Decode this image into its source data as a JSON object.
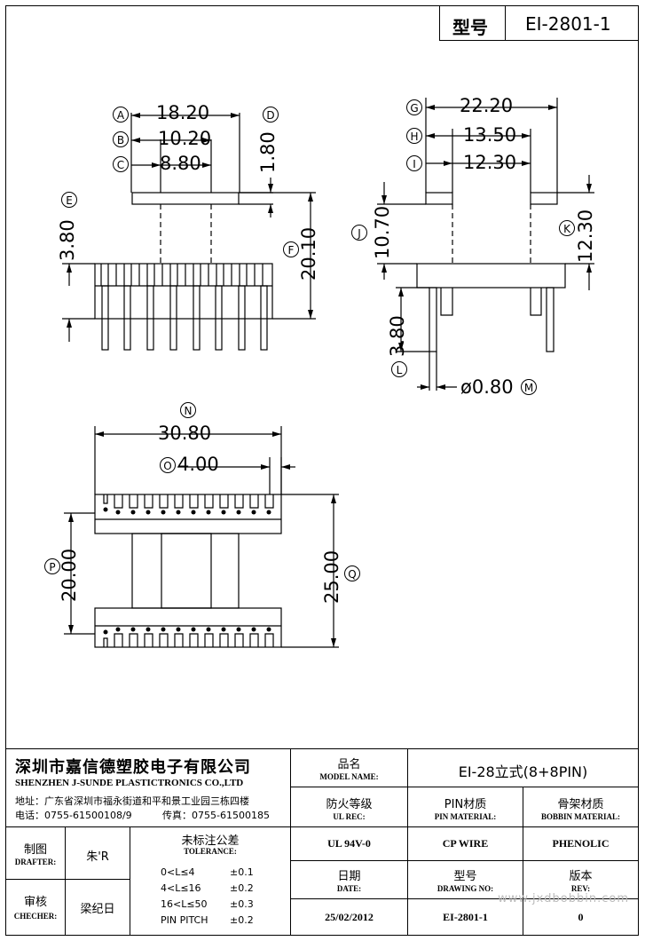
{
  "header": {
    "type_label": "型号",
    "type_value": "EI-2801-1"
  },
  "dimensions": {
    "A": "18.20",
    "B": "10.20",
    "C": "8.80",
    "D": "1.80",
    "E": "3.80",
    "F": "20.10",
    "G": "22.20",
    "H": "13.50",
    "I": "12.30",
    "J": "10.70",
    "K": "12.30",
    "L": "3.80",
    "M": "ø0.80",
    "N": "30.80",
    "O": "4.00",
    "P": "20.00",
    "Q": "25.00"
  },
  "markers": [
    "A",
    "B",
    "C",
    "D",
    "E",
    "F",
    "G",
    "H",
    "I",
    "J",
    "K",
    "L",
    "M",
    "N",
    "O",
    "P",
    "Q"
  ],
  "company": {
    "name_cn": "深圳市嘉信德塑胶电子有限公司",
    "name_en": "SHENZHEN J-SUNDE PLASTICTRONICS CO.,LTD",
    "address": "地址：广东省深圳市福永街道和平和景工业园三栋四楼",
    "phone": "电话：0755-61500108/9",
    "fax": "传真：0755-61500185"
  },
  "title_block": {
    "model_name_cn": "品名",
    "model_name_en": "MODEL NAME:",
    "model_name_value": "EI-28立式(8+8PIN)",
    "ul_rec_cn": "防火等级",
    "ul_rec_en": "UL REC:",
    "ul_rec_value": "UL 94V-0",
    "pin_material_cn": "PIN材质",
    "pin_material_en": "PIN MATERIAL:",
    "pin_material_value": "CP WIRE",
    "bobbin_material_cn": "骨架材质",
    "bobbin_material_en": "BOBBIN MATERIAL:",
    "bobbin_material_value": "PHENOLIC",
    "drafter_cn": "制图",
    "drafter_en": "DRAFTER:",
    "drafter_value": "朱'R",
    "checker_cn": "审核",
    "checker_en": "CHECHER:",
    "checker_value": "梁纪日",
    "tolerance_cn": "未标注公差",
    "tolerance_en": "TOLERANCE:",
    "tolerance_rows": [
      {
        "range": "0<L≤4",
        "tol": "±0.1"
      },
      {
        "range": "4<L≤16",
        "tol": "±0.2"
      },
      {
        "range": "16<L≤50",
        "tol": "±0.3"
      },
      {
        "range": "PIN PITCH",
        "tol": "±0.2"
      }
    ],
    "date_cn": "日期",
    "date_en": "DATE:",
    "date_value": "25/02/2012",
    "drawing_no_cn": "型号",
    "drawing_no_en": "DRAWING NO:",
    "drawing_no_value": "EI-2801-1",
    "rev_cn": "版本",
    "rev_en": "REV:",
    "rev_value": "0"
  },
  "watermark": "www.jxdbobbin.com"
}
